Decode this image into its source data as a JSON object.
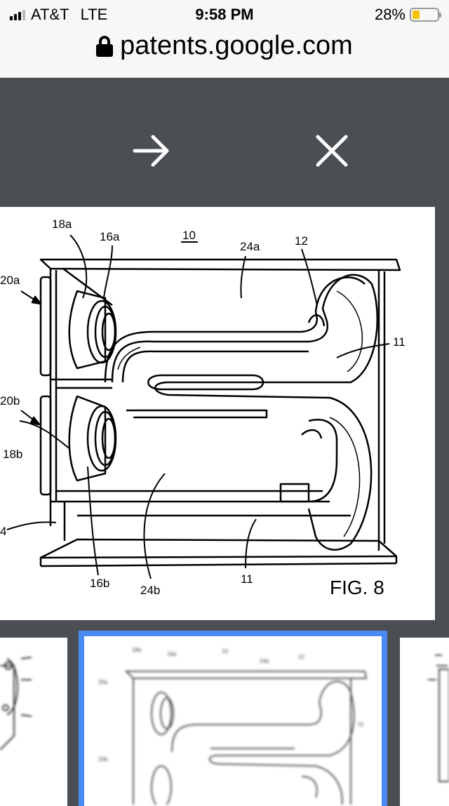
{
  "status_bar": {
    "carrier": "AT&T",
    "network": "LTE",
    "time": "9:58 PM",
    "battery_percent": "28%",
    "battery_level": 0.28
  },
  "browser": {
    "url": "patents.google.com"
  },
  "viewer": {
    "next_icon": "arrow-right-icon",
    "close_icon": "close-icon"
  },
  "figure": {
    "caption": "FIG. 8",
    "labels": {
      "l18a": "18a",
      "l16a": "16a",
      "l10": "10",
      "l24a": "24a",
      "l12": "12",
      "l20a": "20a",
      "l11a": "11",
      "l20b": "20b",
      "l18b": "18b",
      "l4": "4",
      "l16b": "16b",
      "l24b": "24b",
      "l11b": "11"
    }
  }
}
